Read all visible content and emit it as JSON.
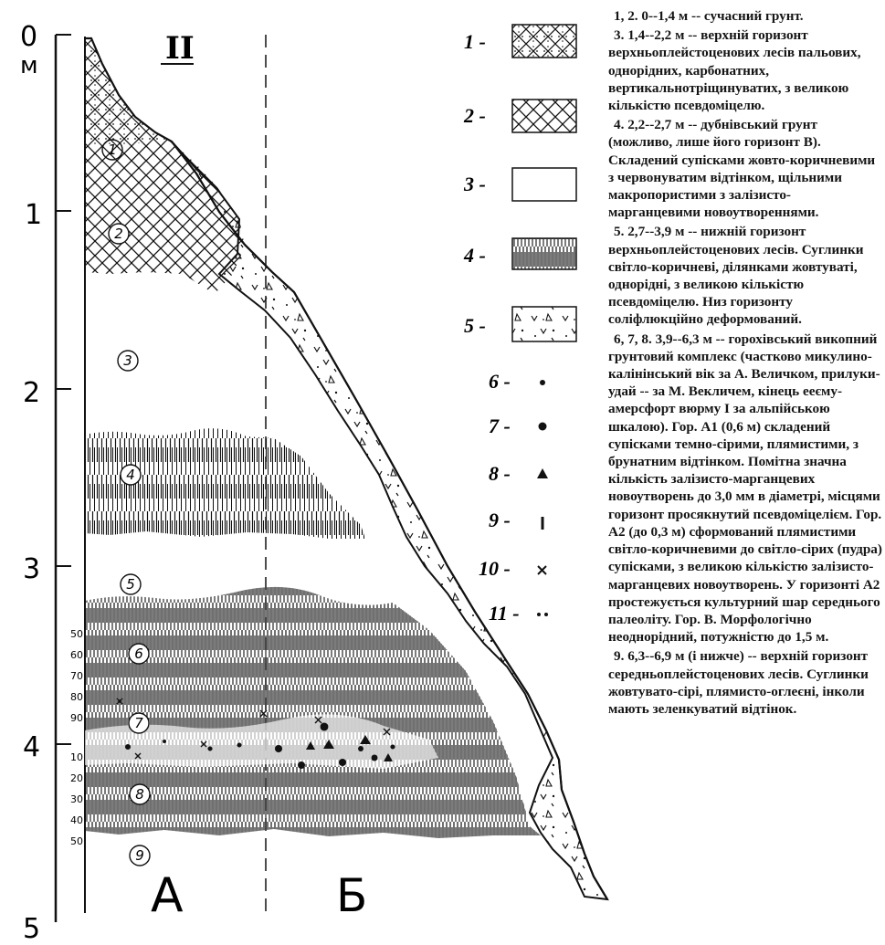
{
  "axis": {
    "depth_ticks": [
      "0",
      "1",
      "2",
      "3",
      "4",
      "5"
    ],
    "unit": "м"
  },
  "section_labels": {
    "roman": "II",
    "left": "А",
    "right": "Б"
  },
  "layer_markers": [
    "1",
    "2",
    "3",
    "4",
    "5",
    "6",
    "7",
    "8",
    "9"
  ],
  "scale_numbers": {
    "upper": [
      "50",
      "60",
      "70",
      "80",
      "90"
    ],
    "lower": [
      "10",
      "20",
      "30",
      "40",
      "50"
    ]
  },
  "legend": [
    {
      "num": "1 -",
      "swatch": "crosshatch-dotted"
    },
    {
      "num": "2 -",
      "swatch": "crosshatch"
    },
    {
      "num": "3 -",
      "swatch": "blank"
    },
    {
      "num": "4 -",
      "swatch": "vertical-hatch"
    },
    {
      "num": "5 -",
      "swatch": "dotted-chevrons"
    },
    {
      "num": "6 -",
      "swatch": "small-dot"
    },
    {
      "num": "7 -",
      "swatch": "large-dot"
    },
    {
      "num": "8 -",
      "swatch": "triangle"
    },
    {
      "num": "9 -",
      "swatch": "vertical-bar"
    },
    {
      "num": "10 -",
      "swatch": "cross"
    },
    {
      "num": "11 -",
      "swatch": "double-dot"
    }
  ],
  "description": [
    "1, 2. 0--1,4 м -- сучасний грунт.",
    "3. 1,4--2,2 м -- верхній горизонт верхньоплейстоценових лесів пальових, однорідних, карбонатних, вертикальнотріщинуватих, з великою кількістю псевдоміцелю.",
    "4. 2,2--2,7 м -- дубнівський грунт (можливо, лише його горизонт В). Складений супісками жовто-коричневими з червонуватим відтінком, щільними макропористими з залізисто-марганцевими новоутвореннями.",
    "5. 2,7--3,9 м -- нижній горизонт верхньоплейстоценових лесів. Суглинки світло-коричневі, ділянками жовтуваті, однорідні, з великою кількістю псевдоміцелю. Низ горизонту соліфлюкційно деформований.",
    "6, 7, 8. 3,9--6,3 м -- горохівський викопний грунтовий комплекс (частково микулино-калінінський вік за А. Величком, прилуки-удай -- за М. Векличем, кінець ееєму-амерсфорт вюрму І за альпійською шкалою). Гор. А1 (0,6 м) складений супісками темно-сірими, плямистими, з брунатним відтінком. Помітна значна кількість залізисто-марганцевих новоутворень до 3,0 мм в діаметрі, місцями горизонт просякнутий псевдоміцелієм. Гор. А2 (до 0,3 м) сформований плямистими світло-коричневими до світло-сірих (пудра) супісками, з великою кількістю залізисто-марганцевих новоутворень. У горизонті А2 простежується культурний шар середнього палеоліту. Гор. В. Морфологічно неоднорідний, потужністю до 1,5 м.",
    "9. 6,3--6,9 м (і нижче) -- верхній горизонт середньоплейстоценових лесів. Суглинки жовтувато-сірі, плямисто-оглеєні, інколи мають зеленкуватий відтінок."
  ]
}
